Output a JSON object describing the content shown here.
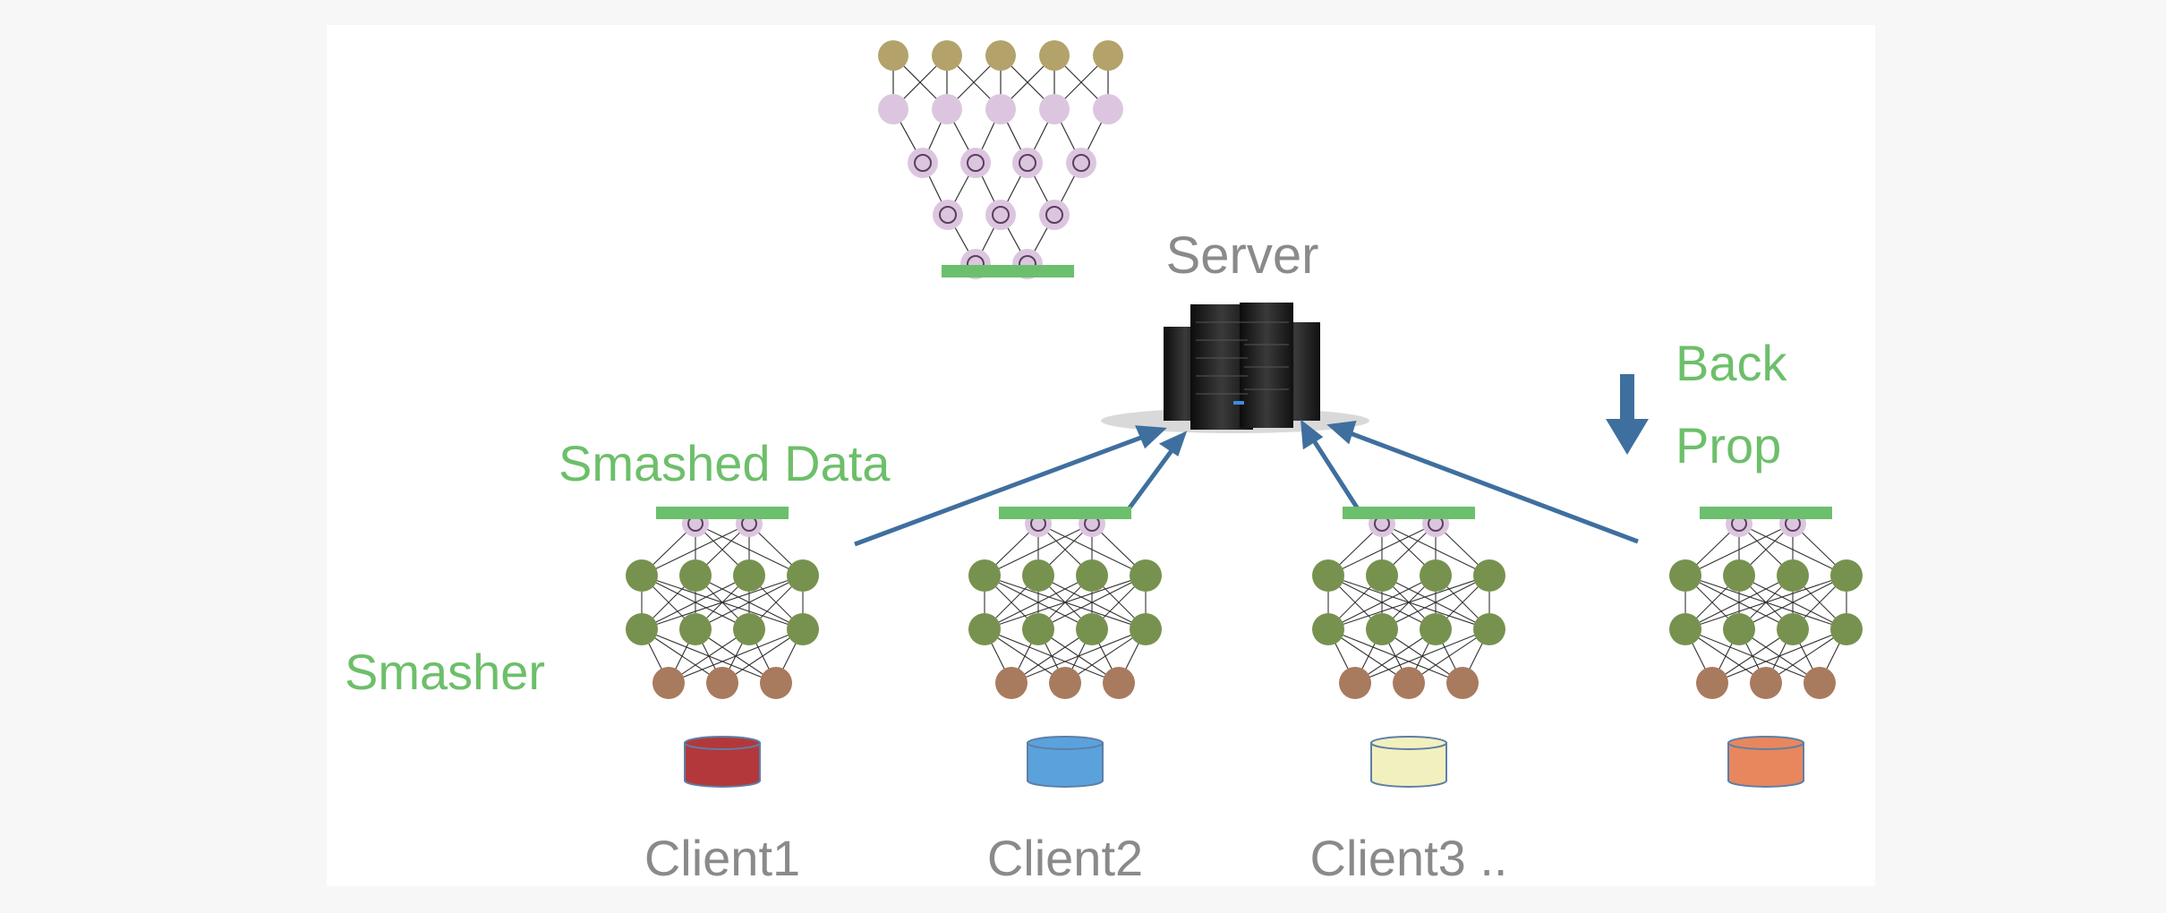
{
  "colors": {
    "green_label": "#6dbf6a",
    "gray_label": "#8a8a8a",
    "arrow": "#3f6f9e",
    "green_node": "#77924e",
    "brown_node": "#a87a5e",
    "pink_node": "#dcc6df",
    "olive_node": "#b3a36a",
    "green_bar": "#6cbf6c",
    "edge": "#333333"
  },
  "server": {
    "label": "Server",
    "icon": "server-rack-icon"
  },
  "labels": {
    "smashed_data": "Smashed Data",
    "smasher": "Smasher",
    "back_prop_line1": "Back",
    "back_prop_line2": "Prop"
  },
  "clients": [
    {
      "label": "Client1",
      "db_color": "#b3383b"
    },
    {
      "label": "Client2",
      "db_color": "#5aa2dc"
    },
    {
      "label": "Client3 ..",
      "db_color": "#f3f0bf"
    },
    {
      "label": "",
      "db_color": "#e8875e"
    }
  ]
}
